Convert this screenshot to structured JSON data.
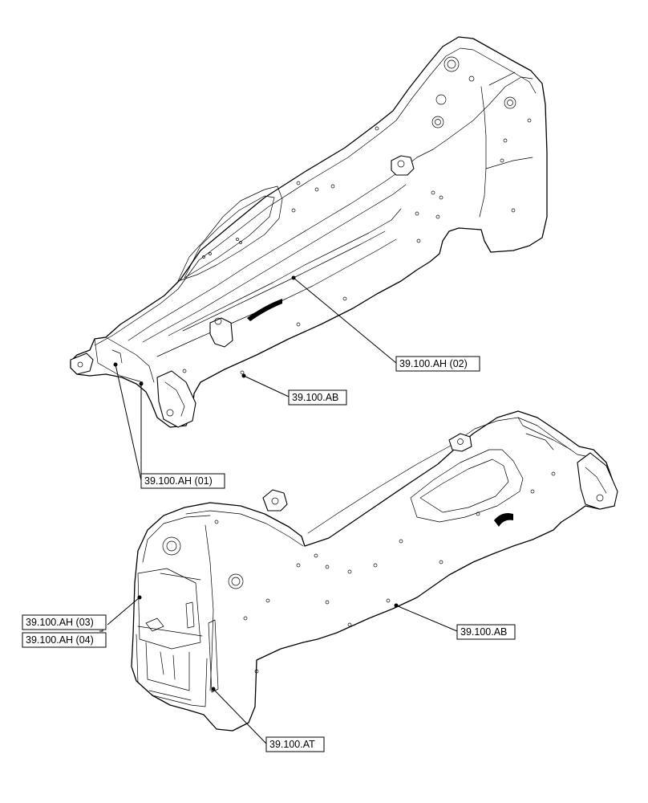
{
  "callouts": {
    "upper_ah_02": "39.100.AH (02)",
    "upper_ab": "39.100.AB",
    "upper_ah_01": "39.100.AH (01)",
    "lower_ah_03": "39.100.AH (03)",
    "lower_ah_04": "39.100.AH (04)",
    "lower_ab": "39.100.AB",
    "lower_at": "39.100.AT"
  }
}
